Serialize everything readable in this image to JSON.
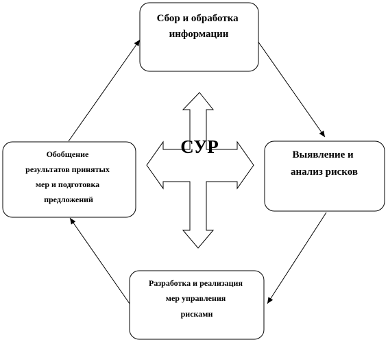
{
  "diagram": {
    "center_label": "СУР",
    "nodes": {
      "top": {
        "lines": [
          "Сбор и обработка",
          "информации"
        ]
      },
      "right": {
        "lines": [
          "Выявление и",
          "анализ рисков"
        ]
      },
      "bottom": {
        "lines": [
          "Разработка и реализация",
          "мер управления",
          "рисками"
        ]
      },
      "left": {
        "lines": [
          "Обобщение",
          "результатов принятых",
          "мер и подготовка",
          "предложений"
        ]
      }
    },
    "flow": [
      "top",
      "right",
      "bottom",
      "left",
      "top"
    ]
  }
}
